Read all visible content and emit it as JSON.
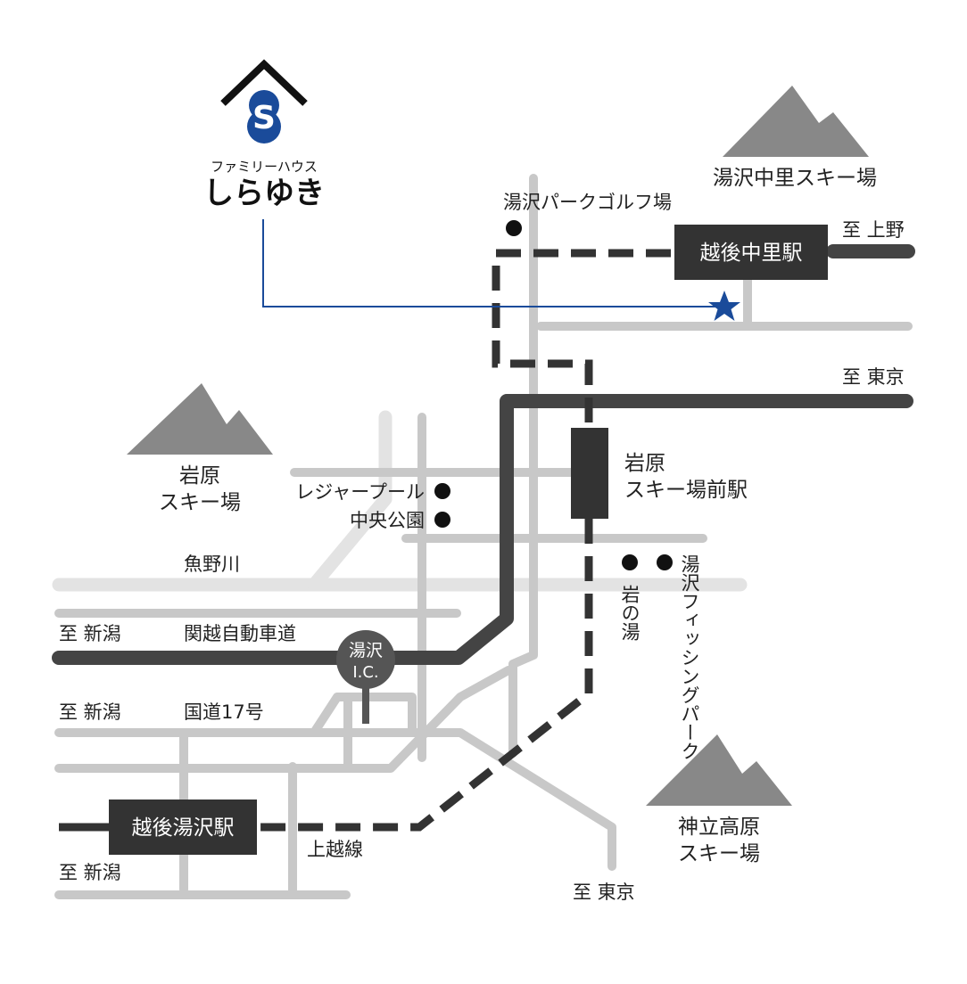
{
  "logo": {
    "letter": "S",
    "subtitle": "ファミリーハウス",
    "name": "しらゆき",
    "color": "#1a4b9a"
  },
  "stations": {
    "nakazato": "越後中里駅",
    "iwappara": [
      "岩原",
      "スキー場前駅"
    ],
    "yuzawa": "越後湯沢駅"
  },
  "ski_areas": {
    "nakazato": "湯沢中里スキー場",
    "iwappara": [
      "岩原",
      "スキー場"
    ],
    "kandatsu": [
      "神立高原",
      "スキー場"
    ]
  },
  "directions": {
    "ueno": "至 上野",
    "tokyo_east": "至 東京",
    "niigata_expressway": "至 新潟",
    "niigata_route17": "至 新潟",
    "niigata_rail": "至 新潟",
    "tokyo_south": "至 東京"
  },
  "roads": {
    "expressway": "関越自動車道",
    "route17": "国道17号",
    "river": "魚野川",
    "rail_line": "上越線"
  },
  "interchange": [
    "湯沢",
    "I.C."
  ],
  "poi": {
    "golf": "湯沢パークゴルフ場",
    "leisure_pool": "レジャープール",
    "central_park": "中央公園",
    "iwanoyu": "岩の湯",
    "fishing_park": "湯沢フィッシングパーク"
  },
  "icons": {
    "destination": "star-icon",
    "mountain": "mountain-icon",
    "poi": "dot-icon"
  },
  "colors": {
    "expressway": "#444444",
    "road": "#c8c8c8",
    "river": "#e4e4e4",
    "station_box": "#333333",
    "mountain": "#888888",
    "route_line": "#1a4b9a",
    "star": "#1a4b9a"
  }
}
